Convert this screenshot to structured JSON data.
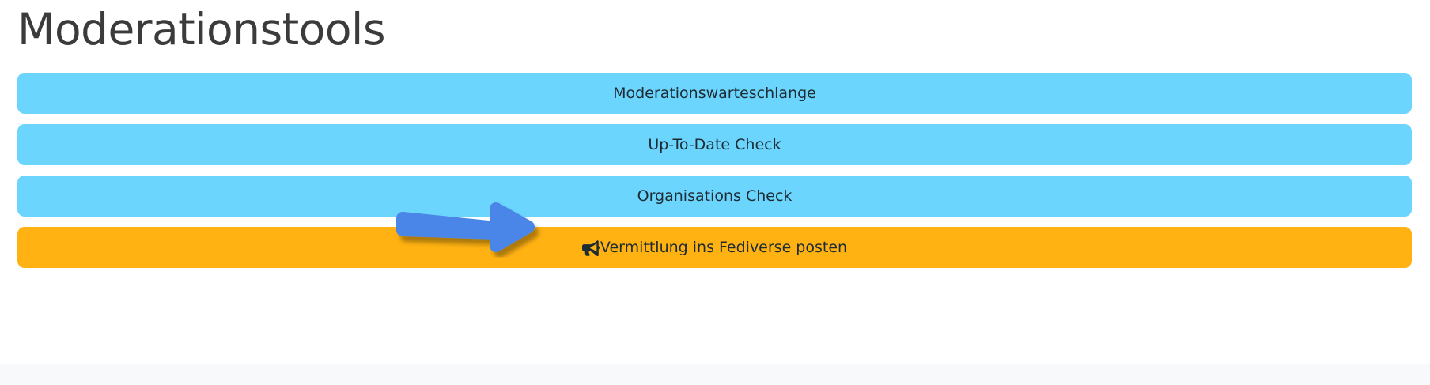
{
  "page": {
    "title": "Moderationstools",
    "background_color": "#ffffff",
    "title_color": "#3b3b3b",
    "footer_color": "#f8f9fa"
  },
  "colors": {
    "info_button": "#6BD5FD",
    "warning_button": "#FFB211",
    "button_text": "#1d2b33",
    "annotation_arrow": "#4a86e8",
    "annotation_arrow_shadow": "#3b6fc4"
  },
  "buttons": [
    {
      "id": "moderationswarteschlange",
      "label": "Moderationswarteschlange",
      "style": "info",
      "icon": null
    },
    {
      "id": "up-to-date-check",
      "label": "Up-To-Date Check",
      "style": "info",
      "icon": null
    },
    {
      "id": "organisations-check",
      "label": "Organisations Check",
      "style": "info",
      "icon": null
    },
    {
      "id": "vermittlung-ins-fediverse-posten",
      "label": "Vermittlung ins Fediverse posten",
      "style": "warning",
      "icon": "bullhorn-icon"
    }
  ],
  "annotation": {
    "type": "arrow",
    "points_to": "organisations-check",
    "direction": "right",
    "color": "#4a86e8"
  }
}
